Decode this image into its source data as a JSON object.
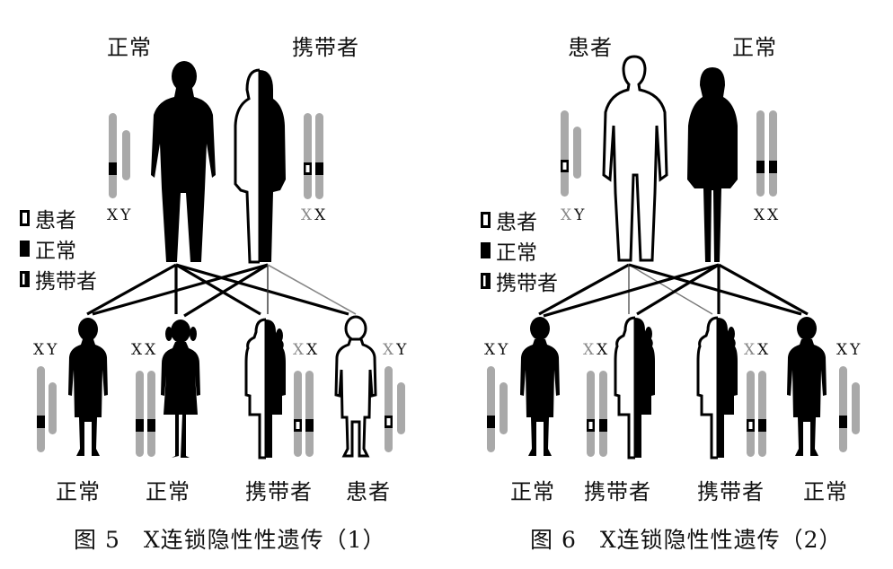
{
  "legend": {
    "items": [
      {
        "swatch": "open",
        "label": "患者"
      },
      {
        "swatch": "solid",
        "label": "正常"
      },
      {
        "swatch": "half",
        "label": "携带者"
      }
    ]
  },
  "figures": [
    {
      "caption": "图 5　X连锁隐性性遗传（1）",
      "parents": [
        {
          "sex": "male",
          "status_label": "正常",
          "fill": "solid",
          "karyotype": "XY",
          "x_marker": "solid"
        },
        {
          "sex": "female",
          "status_label": "携带者",
          "fill": "half",
          "karyotype": "XX",
          "x_markers": [
            "open",
            "solid"
          ]
        }
      ],
      "children": [
        {
          "sex": "male",
          "status_label": "正常",
          "fill": "solid",
          "karyotype": "XY",
          "markers": [
            "solid"
          ]
        },
        {
          "sex": "female",
          "status_label": "正常",
          "fill": "solid",
          "karyotype": "XX",
          "markers": [
            "solid",
            "solid"
          ]
        },
        {
          "sex": "female",
          "status_label": "携带者",
          "fill": "half",
          "karyotype": "XX",
          "markers": [
            "open",
            "solid"
          ]
        },
        {
          "sex": "male",
          "status_label": "患者",
          "fill": "open",
          "karyotype": "XY",
          "markers": [
            "open"
          ]
        }
      ]
    },
    {
      "caption": "图 6　X连锁隐性性遗传（2）",
      "parents": [
        {
          "sex": "male",
          "status_label": "患者",
          "fill": "open",
          "karyotype": "XY",
          "x_marker": "open"
        },
        {
          "sex": "female",
          "status_label": "正常",
          "fill": "solid",
          "karyotype": "XX",
          "x_markers": [
            "solid",
            "solid"
          ]
        }
      ],
      "children": [
        {
          "sex": "male",
          "status_label": "正常",
          "fill": "solid",
          "karyotype": "XY",
          "markers": [
            "solid"
          ]
        },
        {
          "sex": "female",
          "status_label": "携带者",
          "fill": "half",
          "karyotype": "XX",
          "markers": [
            "open",
            "solid"
          ]
        },
        {
          "sex": "female",
          "status_label": "携带者",
          "fill": "half",
          "karyotype": "XX",
          "markers": [
            "open",
            "solid"
          ]
        },
        {
          "sex": "male",
          "status_label": "正常",
          "fill": "solid",
          "karyotype": "XY",
          "markers": [
            "solid"
          ]
        }
      ]
    }
  ],
  "colors": {
    "chromosome": "#a9a9a9",
    "ink": "#000000",
    "faint_letter": "#8a8a8a"
  }
}
